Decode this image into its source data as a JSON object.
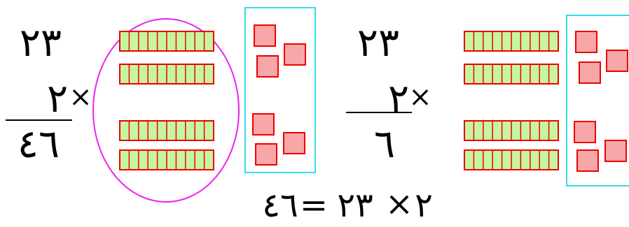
{
  "left_problem": {
    "multiplicand": "٢٣",
    "multiplier": "٢",
    "operator": "×",
    "result": "٤٦"
  },
  "right_problem": {
    "multiplicand": "٢٣",
    "multiplier": "٢",
    "operator": "×",
    "result": "٦"
  },
  "equation": {
    "result": "٤٦",
    "equals": "=",
    "multiplicand": "٢٣",
    "operator": "×",
    "multiplier": "٢"
  },
  "blocks": {
    "tens_rods_per_group": 4,
    "units_per_rod": 10,
    "unit_squares_per_box": 6
  },
  "colors": {
    "rod_fill": "#c6f5a0",
    "rod_stroke": "#ee0000",
    "square_fill": "#f7a7a7",
    "square_stroke": "#ee0000",
    "ellipse_stroke": "#ee22ee",
    "box_stroke": "#33dde8"
  }
}
